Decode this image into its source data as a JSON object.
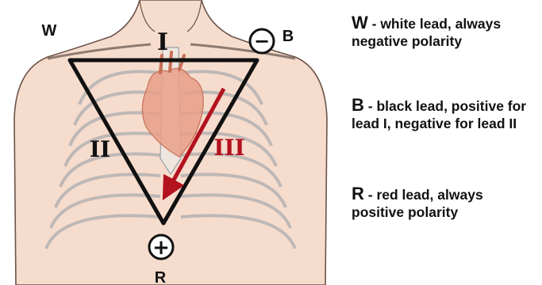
{
  "electrodes": {
    "white": {
      "label": "W"
    },
    "black": {
      "label": "B",
      "symbol": "−"
    },
    "red": {
      "label": "R",
      "symbol": "+"
    }
  },
  "leads": [
    {
      "label": "I",
      "color": "#111111"
    },
    {
      "label": "II",
      "color": "#111111"
    },
    {
      "label": "III",
      "color": "#b3121e"
    }
  ],
  "legend": [
    {
      "key": "W",
      "desc": " - white lead, always negative polarity"
    },
    {
      "key": "B",
      "desc": " - black lead, positive for lead I, negative for lead II"
    },
    {
      "key": "R",
      "desc": " - red lead, always positive polarity"
    }
  ],
  "colors": {
    "skin": "#f6dccd",
    "skin_outline": "#6b5348",
    "ribs": "#9aa0a6",
    "heart": "#e8a08a",
    "heart_dark": "#c96e55",
    "lead_iii": "#b3121e",
    "triangle": "#111111"
  }
}
